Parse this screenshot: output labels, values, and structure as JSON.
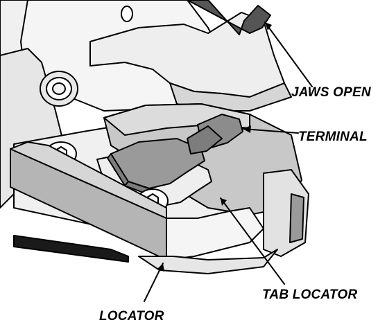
{
  "labels": {
    "jaws_open": "JAWS OPEN",
    "terminal": "TERMINAL",
    "tab_locator": "TAB LOCATOR",
    "locator": "LOCATOR"
  },
  "colors": {
    "line": "#000000",
    "frame_light": "#f2f2f2",
    "frame_mid": "#d9d9d9",
    "terminal": "#9a9a9a",
    "terminal_dark": "#7d7d7d",
    "locator_bar": "#b5b5b5",
    "dark_band": "#1a1a1a"
  }
}
